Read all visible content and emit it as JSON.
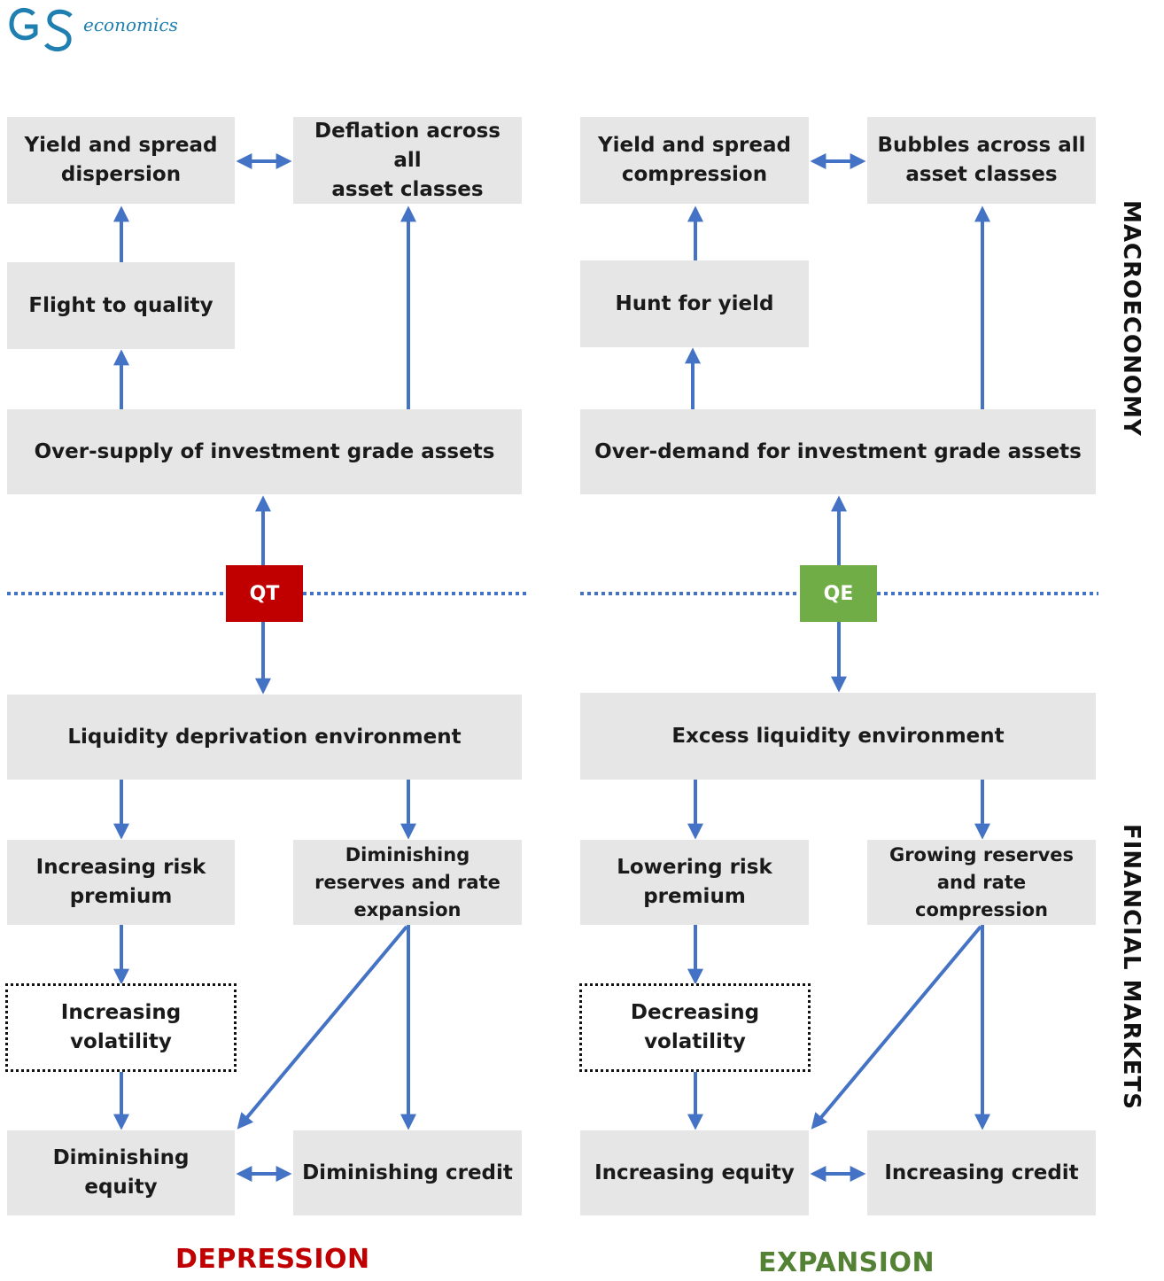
{
  "logo": {
    "text": "economics"
  },
  "sides": {
    "macro": "MACROECONOMY",
    "financial": "FINANCIAL MARKETS"
  },
  "left": {
    "box_yield": "Yield and spread\ndispersion",
    "box_deflation": "Deflation across all\nasset classes",
    "box_flight": "Flight to quality",
    "box_supply": "Over-supply of investment grade assets",
    "policy": "QT",
    "box_liquidity": "Liquidity deprivation environment",
    "box_risk": "Increasing risk\npremium",
    "box_reserves": "Diminishing\nreserves and rate\nexpansion",
    "box_volatility": "Increasing\nvolatility",
    "box_equity": "Diminishing equity",
    "box_credit": "Diminishing credit",
    "outcome": "DEPRESSION"
  },
  "right": {
    "box_yield": "Yield and spread\ncompression",
    "box_bubbles": "Bubbles across all\nasset classes",
    "box_hunt": "Hunt for yield",
    "box_demand": "Over-demand for investment grade assets",
    "policy": "QE",
    "box_liquidity": "Excess liquidity environment",
    "box_risk": "Lowering risk\npremium",
    "box_reserves": "Growing reserves\nand rate\ncompression",
    "box_volatility": "Decreasing\nvolatility",
    "box_equity": "Increasing equity",
    "box_credit": "Increasing credit",
    "outcome": "EXPANSION"
  },
  "colors": {
    "arrow": "#4472c4",
    "qt": "#c00000",
    "qe": "#70ad47",
    "depression": "#c00000",
    "expansion": "#548235",
    "logo": "#1f7fb0"
  }
}
